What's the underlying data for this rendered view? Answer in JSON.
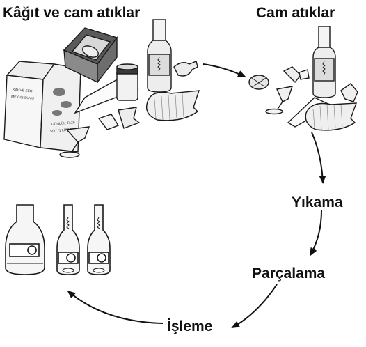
{
  "labels": {
    "paper_glass_waste": "Kâğıt ve cam atıklar",
    "glass_waste": "Cam atıklar",
    "washing": "Yıkama",
    "crushing": "Parçalama",
    "processing": "İşleme"
  },
  "carton_text": [
    "KAHVE SERİ",
    "MEYVE SUYU",
    "GÜNLÜK TAZE",
    "SÜT (1 LİTRE)"
  ],
  "colors": {
    "outline": "#1a1a1a",
    "box_dark": "#555555",
    "box_light": "#dcdcdc",
    "glass_fill": "#efefef",
    "arrow": "#111111"
  }
}
